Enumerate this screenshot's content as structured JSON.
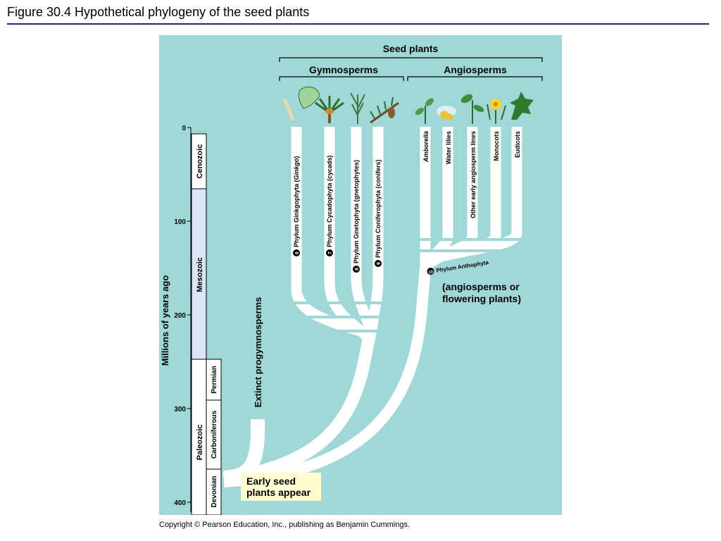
{
  "title": "Figure 30.4  Hypothetical phylogeny of the seed plants",
  "copyright": "Copyright © Pearson Education, Inc., publishing as Benjamin Cummings.",
  "colors": {
    "panel_bg": "#a0d8d8",
    "branch": "#ffffff",
    "callout_bg": "#fffdd0",
    "rule": "#1c2d6b"
  },
  "axis": {
    "label": "Millions of years ago",
    "ticks": [
      "0",
      "100",
      "200",
      "300",
      "400"
    ]
  },
  "eras": {
    "cenozoic": "Cenozoic",
    "mesozoic": "Mesozoic",
    "paleozoic": "Paleozoic"
  },
  "periods": {
    "permian": "Permian",
    "carboniferous": "Carboniferous",
    "devonian": "Devonian"
  },
  "groups": {
    "seed_plants": "Seed plants",
    "gymnosperms": "Gymnosperms",
    "angiosperms": "Angiosperms"
  },
  "phyla": [
    {
      "num": "6",
      "text": "Phylum Ginkgophyta (",
      "italic": "Ginkgo",
      "tail": ")"
    },
    {
      "num": "7",
      "text": "Phylum Cycadophyta (cycads)",
      "italic": "",
      "tail": ""
    },
    {
      "num": "8",
      "text": "Phylum Gnetophyta (gnetophytes)",
      "italic": "",
      "tail": ""
    },
    {
      "num": "9",
      "text": "Phylum Coniferophyta (conifers)",
      "italic": "",
      "tail": ""
    }
  ],
  "angiosperm_lineages": [
    "Amborella",
    "Water lilies",
    "Other early angiosperm lines",
    "Monocots",
    "Eudicots"
  ],
  "anthophyta": {
    "num": "10",
    "label": "Phylum Anthophyta"
  },
  "flowering_note": {
    "line1": "(angiosperms or",
    "line2": "flowering plants)"
  },
  "progymnosperms": "Extinct progymnosperms",
  "callout": {
    "line1": "Early seed",
    "line2": "plants appear"
  },
  "icons": [
    "ginkgo-leaf-icon",
    "cycad-icon",
    "gnetophyte-icon",
    "conifer-icon",
    "amborella-icon",
    "water-lily-icon",
    "angiosperm-shoot-icon",
    "monocot-flower-icon",
    "eudicot-leaf-icon"
  ]
}
